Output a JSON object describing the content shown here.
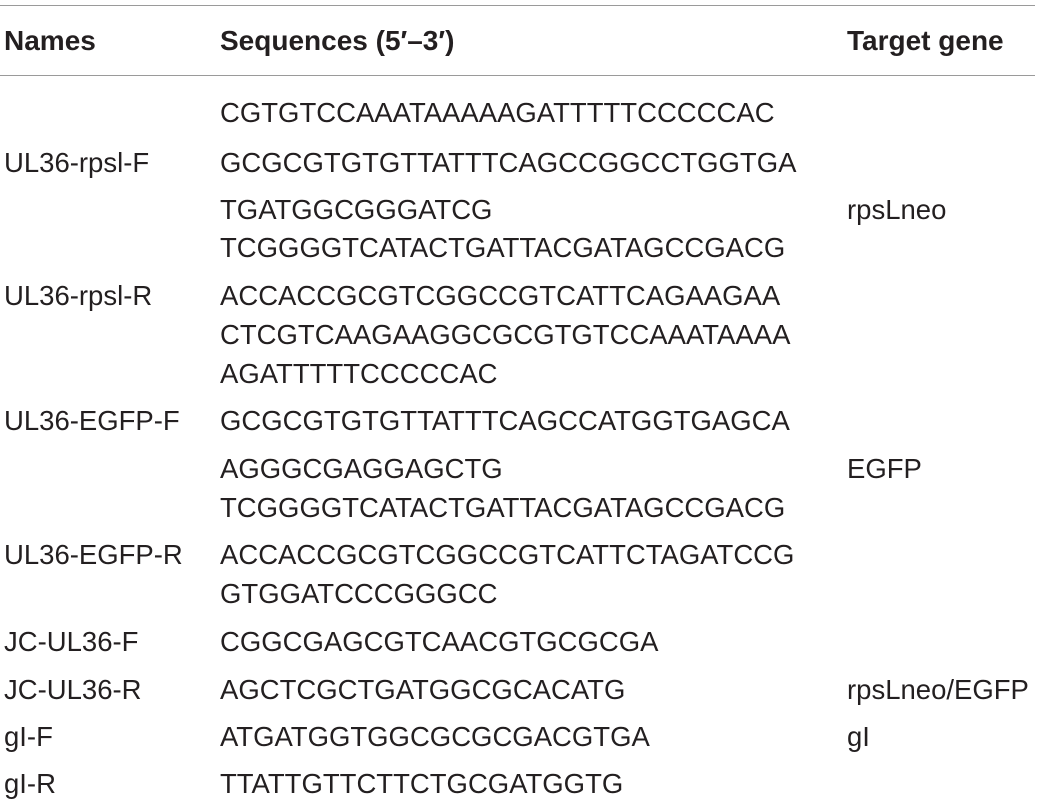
{
  "table": {
    "headers": {
      "names": "Names",
      "sequences": "Sequences (5′–3′)",
      "target_gene": "Target gene"
    },
    "names": [
      "UL36-rpsl-F",
      "UL36-rpsl-R",
      "UL36-EGFP-F",
      "UL36-EGFP-R",
      "JC-UL36-F",
      "JC-UL36-R",
      "gI-F",
      "gI-R"
    ],
    "sequence_lines": [
      "CGTGTCCAAATAAAAAGATTTTTCCCCCAC",
      "GCGCGTGTGTTATTTCAGCCGGCCTGGTGA",
      "TGATGGCGGGATCG",
      "TCGGGGTCATACTGATTACGATAGCCGACG",
      "ACCACCGCGTCGGCCGTCATTCAGAAGAA",
      "CTCGTCAAGAAGGCGCGTGTCCAAATAAAA",
      "AGATTTTTCCCCCAC",
      "GCGCGTGTGTTATTTCAGCCATGGTGAGCA",
      "AGGGCGAGGAGCTG",
      "TCGGGGTCATACTGATTACGATAGCCGACG",
      "ACCACCGCGTCGGCCGTCATTCTAGATCCG",
      "GTGGATCCCGGGCC",
      "CGGCGAGCGTCAACGTGCGCGA",
      "AGCTCGCTGATGGCGCACATG",
      "ATGATGGTGGCGCGCGACGTGA",
      "TTATTGTTCTTCTGCGATGGTG"
    ],
    "target_genes": [
      "rpsLneo",
      "EGFP",
      "rpsLneo/EGFP",
      "gI"
    ]
  }
}
